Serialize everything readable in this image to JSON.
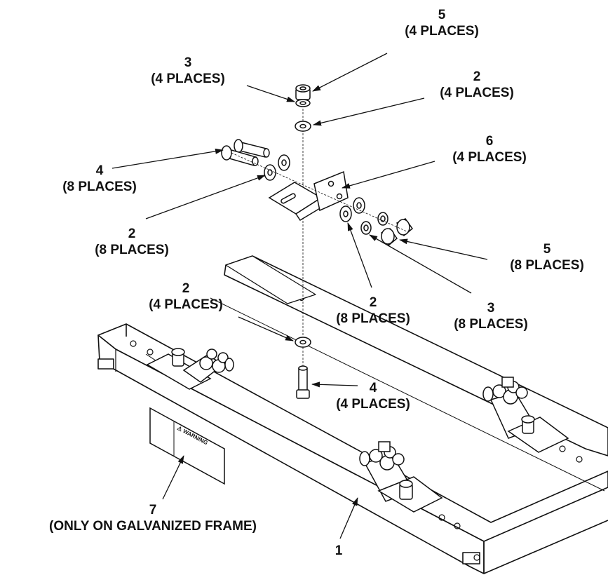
{
  "callouts": [
    {
      "id": "c5-top",
      "number": "5",
      "qty": "(4 PLACES)"
    },
    {
      "id": "c3-top",
      "number": "3",
      "qty": "(4 PLACES)"
    },
    {
      "id": "c2-top",
      "number": "2",
      "qty": "(4 PLACES)"
    },
    {
      "id": "c6",
      "number": "6",
      "qty": "(4 PLACES)"
    },
    {
      "id": "c4-left",
      "number": "4",
      "qty": "(8 PLACES)"
    },
    {
      "id": "c2-left",
      "number": "2",
      "qty": "(8 PLACES)"
    },
    {
      "id": "c5-right",
      "number": "5",
      "qty": "(8 PLACES)"
    },
    {
      "id": "c2-lower",
      "number": "2",
      "qty": "(4 PLACES)"
    },
    {
      "id": "c2-mid",
      "number": "2",
      "qty": "(8 PLACES)"
    },
    {
      "id": "c3-right",
      "number": "3",
      "qty": "(8 PLACES)"
    },
    {
      "id": "c4-bottom",
      "number": "4",
      "qty": "(4 PLACES)"
    },
    {
      "id": "c7",
      "number": "7",
      "qty": "(ONLY ON GALVANIZED FRAME)"
    },
    {
      "id": "c1",
      "number": "1",
      "qty": ""
    }
  ],
  "decal": {
    "text": "⚠ WARNING"
  }
}
